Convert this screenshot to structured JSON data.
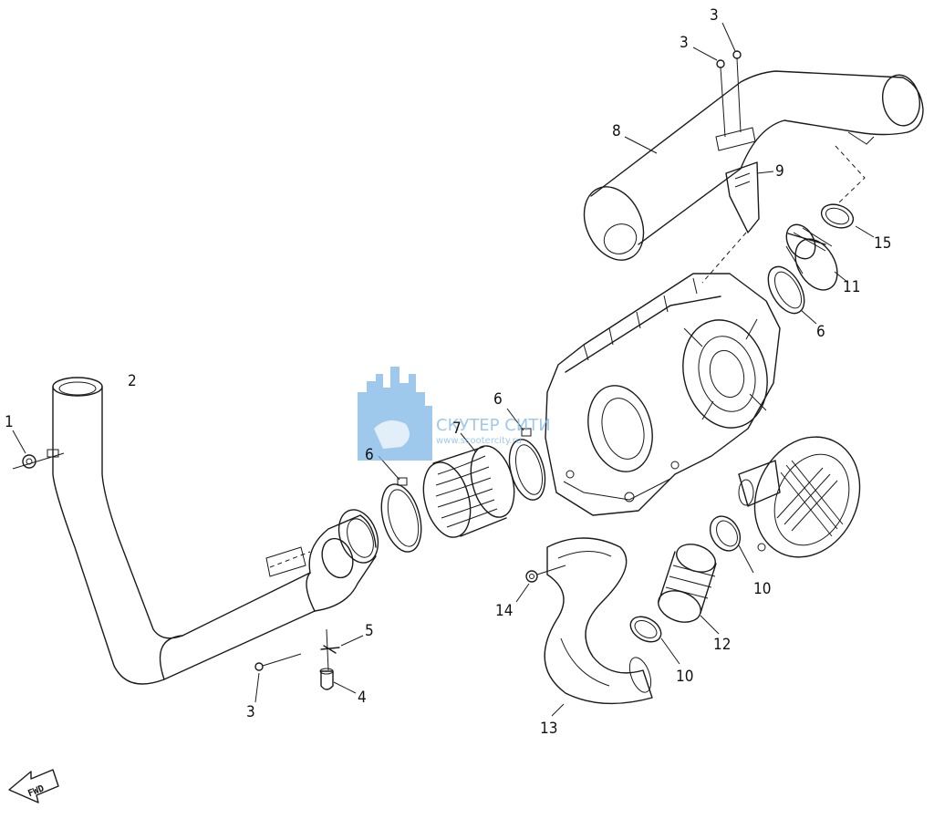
{
  "diagram": {
    "type": "exploded-parts-diagram",
    "callouts": [
      {
        "id": "c1",
        "label": "1"
      },
      {
        "id": "c2",
        "label": "2"
      },
      {
        "id": "c3a",
        "label": "3"
      },
      {
        "id": "c3b",
        "label": "3"
      },
      {
        "id": "c3c",
        "label": "3"
      },
      {
        "id": "c4",
        "label": "4"
      },
      {
        "id": "c5",
        "label": "5"
      },
      {
        "id": "c6a",
        "label": "6"
      },
      {
        "id": "c6b",
        "label": "6"
      },
      {
        "id": "c6c",
        "label": "6"
      },
      {
        "id": "c7",
        "label": "7"
      },
      {
        "id": "c8",
        "label": "8"
      },
      {
        "id": "c9",
        "label": "9"
      },
      {
        "id": "c10a",
        "label": "10"
      },
      {
        "id": "c10b",
        "label": "10"
      },
      {
        "id": "c11",
        "label": "11"
      },
      {
        "id": "c12",
        "label": "12"
      },
      {
        "id": "c13",
        "label": "13"
      },
      {
        "id": "c14",
        "label": "14"
      },
      {
        "id": "c15",
        "label": "15"
      }
    ],
    "watermark": {
      "name": "СКУТЕР СИТИ",
      "url": "www.scootercity.ru"
    },
    "direction_marker": "FWD",
    "colors": {
      "line": "#1a1a1a",
      "watermark": "#7fb8e6",
      "background": "#ffffff"
    }
  }
}
